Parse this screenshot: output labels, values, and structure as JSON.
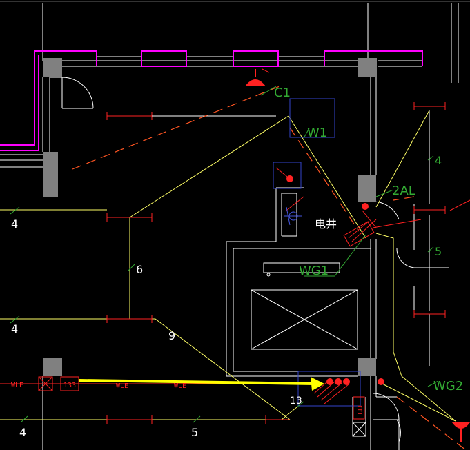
{
  "colors": {
    "background": "#000000",
    "wall": "#ffffff",
    "wall_magenta": "#ff00ff",
    "cable_yellow": "#ffff66",
    "tag_green": "#33aa33",
    "equipment_red": "#ff0000",
    "dash_orange": "#ff4422",
    "box_blue": "#3344cc",
    "column_gray": "#808080",
    "arrow_yellow": "#ffff00"
  },
  "labels": {
    "c1": "C1",
    "w1": "W1",
    "al2": "2AL",
    "wg1": "WG1",
    "wg2": "WG2",
    "shaft": "电井",
    "n4_right": "4",
    "n5_right": "5",
    "n6": "6",
    "n9": "9",
    "n4_left_upper": "4",
    "n4_left_lower": "4",
    "n4_bottom": "4",
    "n5_bottom": "5",
    "n13": "13",
    "wle_1": "WLE",
    "wle_2": "WLE",
    "wle_3": "WLE",
    "panel_tag": "133",
    "riser_tag": "EEL"
  }
}
